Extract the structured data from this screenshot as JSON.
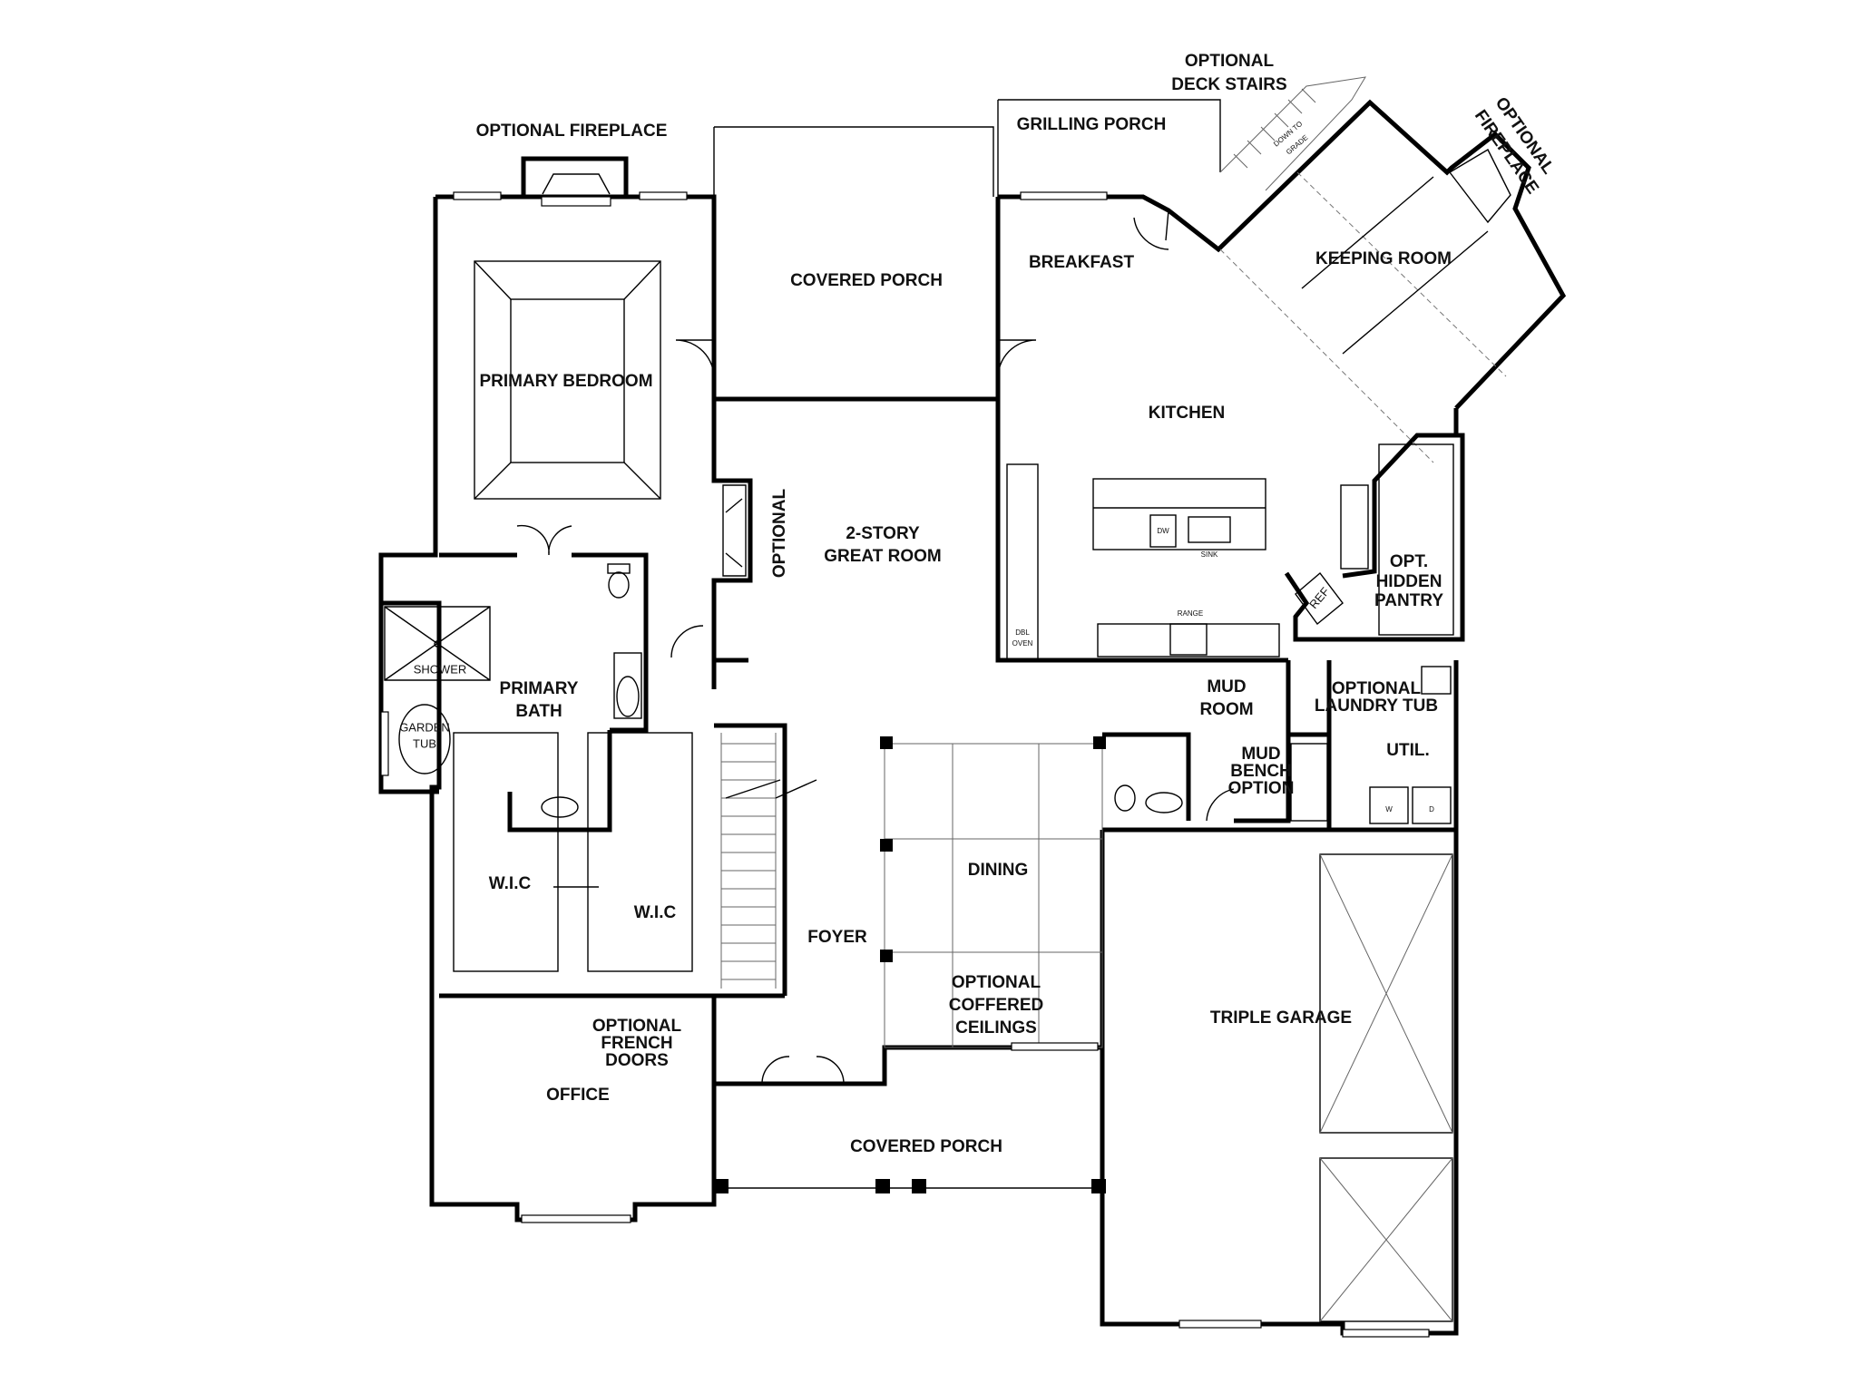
{
  "rooms": {
    "optional_fireplace_top": "OPTIONAL FIREPLACE",
    "optional_deck_stairs": [
      "OPTIONAL",
      "DECK STAIRS"
    ],
    "grilling_porch": "GRILLING PORCH",
    "down_to_grade": [
      "DOWN TO",
      "GRADE"
    ],
    "optional_fireplace_keeping": [
      "OPTIONAL",
      "FIREPLACE"
    ],
    "covered_porch_rear": "COVERED PORCH",
    "breakfast": "BREAKFAST",
    "keeping_room": "KEEPING ROOM",
    "primary_bedroom": "PRIMARY BEDROOM",
    "kitchen": "KITCHEN",
    "great_room": [
      "2-STORY",
      "GREAT ROOM"
    ],
    "optional_vertical": "OPTIONAL",
    "opt_hidden_pantry": [
      "OPT.",
      "HIDDEN",
      "PANTRY"
    ],
    "ref": "REF",
    "shower": "SHOWER",
    "primary_bath": [
      "PRIMARY",
      "BATH"
    ],
    "garden_tub": [
      "GARDEN",
      "TUB"
    ],
    "mud_room": [
      "MUD",
      "ROOM"
    ],
    "optional_laundry_tub": [
      "OPTIONAL",
      "LAUNDRY TUB"
    ],
    "mud_bench_option": [
      "MUD",
      "BENCH",
      "OPTION"
    ],
    "util": "UTIL.",
    "wic_left": "W.I.C",
    "wic_right": "W.I.C",
    "dining": "DINING",
    "foyer": "FOYER",
    "optional_coffered_ceilings": [
      "OPTIONAL",
      "COFFERED",
      "CEILINGS"
    ],
    "triple_garage": "TRIPLE GARAGE",
    "optional_french_doors": [
      "OPTIONAL",
      "FRENCH",
      "DOORS"
    ],
    "office": "OFFICE",
    "covered_porch_front": "COVERED PORCH"
  },
  "fixtures": {
    "dw": "DW",
    "sink": "SINK",
    "range": "RANGE",
    "dbl_oven": [
      "DBL",
      "OVEN"
    ],
    "washer": "W",
    "dryer": "D"
  }
}
